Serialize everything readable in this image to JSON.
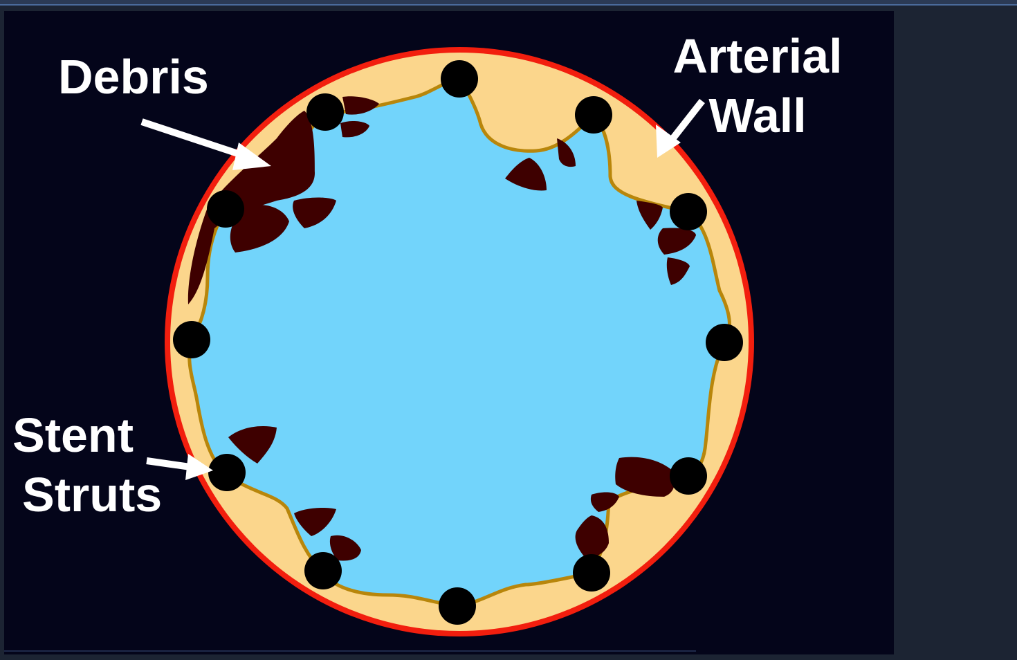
{
  "labels": {
    "debris": "Debris",
    "arterial_wall_line1": "Arterial",
    "arterial_wall_line2": "Wall",
    "stent_struts_line1": "Stent",
    "stent_struts_line2": "Struts"
  },
  "colors": {
    "background": "#04051a",
    "frame": "#1c2433",
    "lumen": "#72d4fb",
    "tissue": "#fbd68c",
    "tissue_edge": "#b8860b",
    "artery_wall": "#f21e0e",
    "debris": "#3e0000",
    "strut": "#000000",
    "text": "#ffffff"
  },
  "icons": [
    "arrow-icon"
  ]
}
